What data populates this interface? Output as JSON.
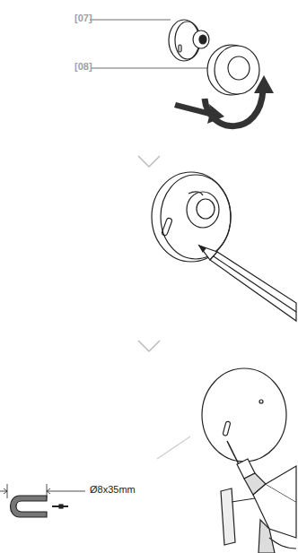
{
  "diagram": {
    "labels": [
      "[07]",
      "[08]",
      "Ø8x35mm"
    ]
  }
}
